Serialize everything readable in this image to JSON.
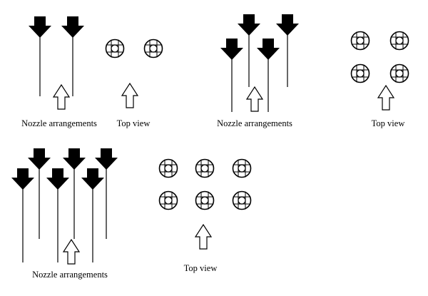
{
  "captions": {
    "nozzle_arrangements": "Nozzle arrangements",
    "top_view": "Top view"
  },
  "panels": [
    {
      "id": "two-nozzle",
      "nozzle_count": 2
    },
    {
      "id": "four-nozzle",
      "nozzle_count": 4
    },
    {
      "id": "six-nozzle",
      "nozzle_count": 6
    }
  ],
  "colors": {
    "stroke": "#000000",
    "fill_dark": "#000000",
    "fill_light": "#ffffff"
  }
}
